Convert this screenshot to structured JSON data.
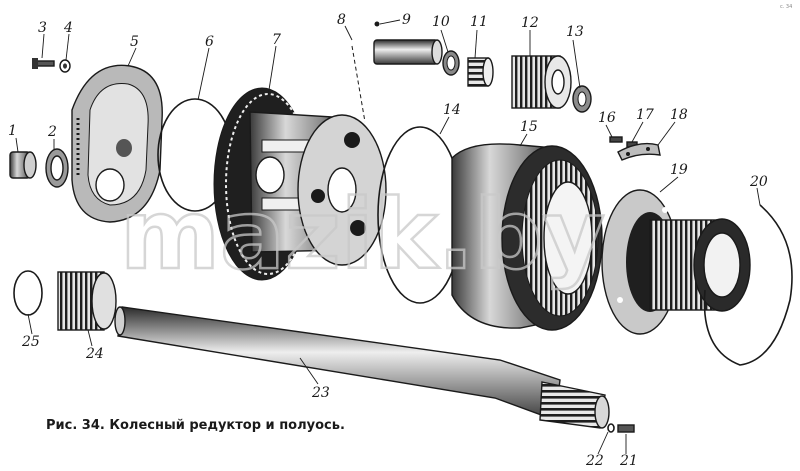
{
  "figure": {
    "caption": "Рис. 34. Колесный редуктор и полуось.",
    "watermark": "mazik.by",
    "corner_mark": "с. 34",
    "part_labels": [
      "1",
      "2",
      "3",
      "4",
      "5",
      "6",
      "7",
      "8",
      "9",
      "10",
      "11",
      "12",
      "13",
      "14",
      "15",
      "16",
      "17",
      "18",
      "19",
      "20",
      "21",
      "22",
      "23",
      "24",
      "25"
    ]
  }
}
